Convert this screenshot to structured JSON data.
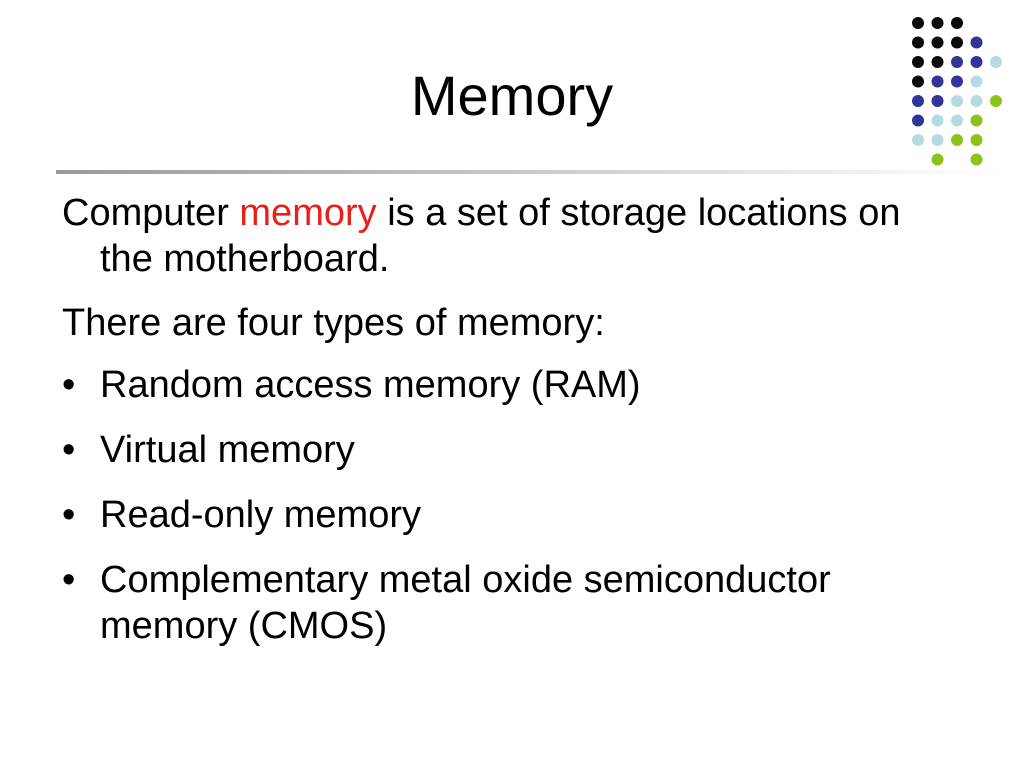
{
  "slide": {
    "title": "Memory",
    "paragraph1": {
      "before": "Computer ",
      "highlight": "memory",
      "after": " is a set of storage locations on the motherboard."
    },
    "paragraph2": "There are four types of memory:",
    "bullet_glyph": "•",
    "bullets": [
      "Random access memory (RAM)",
      "Virtual memory",
      "Read-only memory",
      "Complementary metal oxide semiconductor memory (CMOS)"
    ]
  },
  "colors": {
    "highlight": "#e8201c",
    "dot_black": "#0a0a0a",
    "dot_indigo": "#33339a",
    "dot_light_blue": "#b4dce0",
    "dot_lime": "#8cc21a"
  }
}
